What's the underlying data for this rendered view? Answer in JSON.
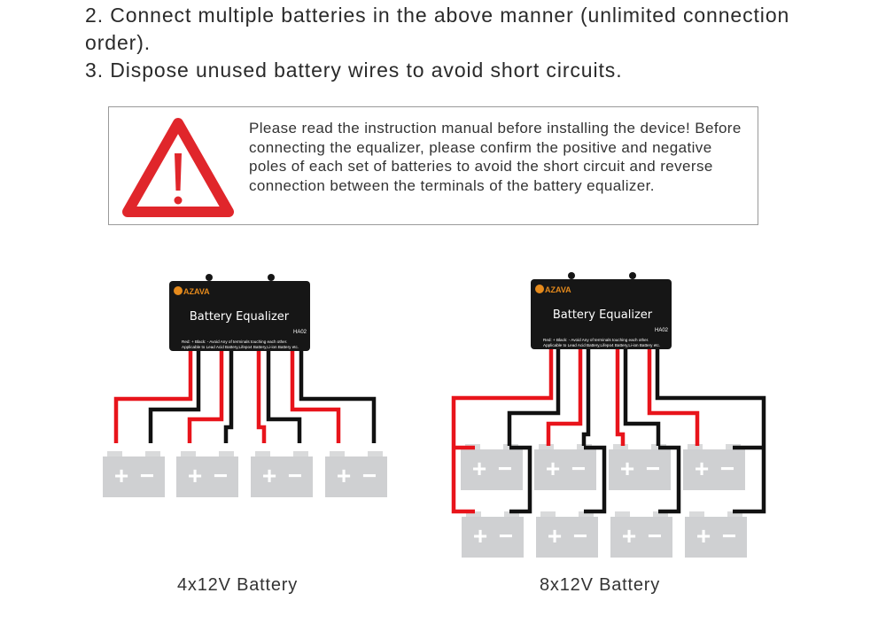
{
  "instructions": {
    "step2": "2. Connect multiple batteries in the above manner (unlimited connection order).",
    "step3": "3. Dispose unused battery wires to avoid short circuits."
  },
  "warning": {
    "icon": "warning-triangle-icon",
    "text": "Please read the instruction manual before installing the device! Before connecting the equalizer, please confirm the positive and negative poles of each set of batteries to avoid the short circuit and reverse connection between the terminals of the battery equalizer."
  },
  "device": {
    "brand": "AZAVA",
    "title": "Battery Equalizer",
    "model": "HA02",
    "note_line1": "Red: + Black: -  Avoid Any of terminals touching each other.",
    "note_line2": "Applicable to Lead Acid Battery,Lifepo4 Battery,Li-ion Battery etc."
  },
  "battery": {
    "plus": "+",
    "minus": "−"
  },
  "colors": {
    "red_wire": "#e8141b",
    "black_wire": "#111111",
    "battery_gray": "#cfd0d2",
    "device_body": "#161616",
    "warning_red": "#e0262b"
  },
  "captions": {
    "left": "4x12V Battery",
    "right": "8x12V Battery"
  }
}
